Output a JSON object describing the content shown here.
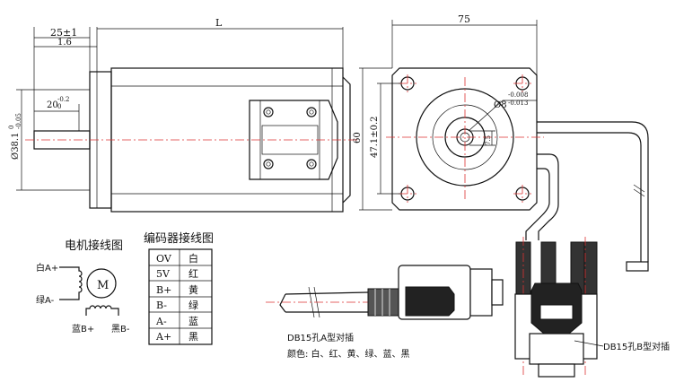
{
  "dimensions": {
    "shaft_length": "25±1",
    "flange_thickness": "1.6",
    "keyway_length_base": "20",
    "keyway_length_tol": "-0.2",
    "keyway_length_tol_low": "0",
    "body_length": "L",
    "pilot_diameter_base": "Ø38.1",
    "pilot_diameter_tol": "0",
    "pilot_diameter_tol_low": "-0.05",
    "frame_width": "75",
    "frame_height": "60",
    "hole_spacing": "47.1±0.2",
    "shaft_diameter_base": "Ø8",
    "shaft_diameter_tol": "-0.008",
    "shaft_diameter_tol_low": "-0.013",
    "flat_depth": "7.5"
  },
  "motor_wiring": {
    "title": "电机接线图",
    "motor_symbol": "M",
    "terminal_a_plus": "白A+",
    "terminal_a_minus": "绿A-",
    "terminal_b_plus": "蓝B+",
    "terminal_b_minus": "黑B-"
  },
  "encoder_wiring": {
    "title": "编码器接线图",
    "rows": [
      {
        "signal": "OV",
        "color": "白"
      },
      {
        "signal": "5V",
        "color": "红"
      },
      {
        "signal": "B+",
        "color": "黄"
      },
      {
        "signal": "B-",
        "color": "绿"
      },
      {
        "signal": "A-",
        "color": "蓝"
      },
      {
        "signal": "A+",
        "color": "黑"
      }
    ]
  },
  "connectors": {
    "plug_a_label": "DB15孔A型对插",
    "plug_b_label": "DB15孔B型对插",
    "colors_label": "颜色: 白、红、黄、绿、蓝、黑"
  }
}
